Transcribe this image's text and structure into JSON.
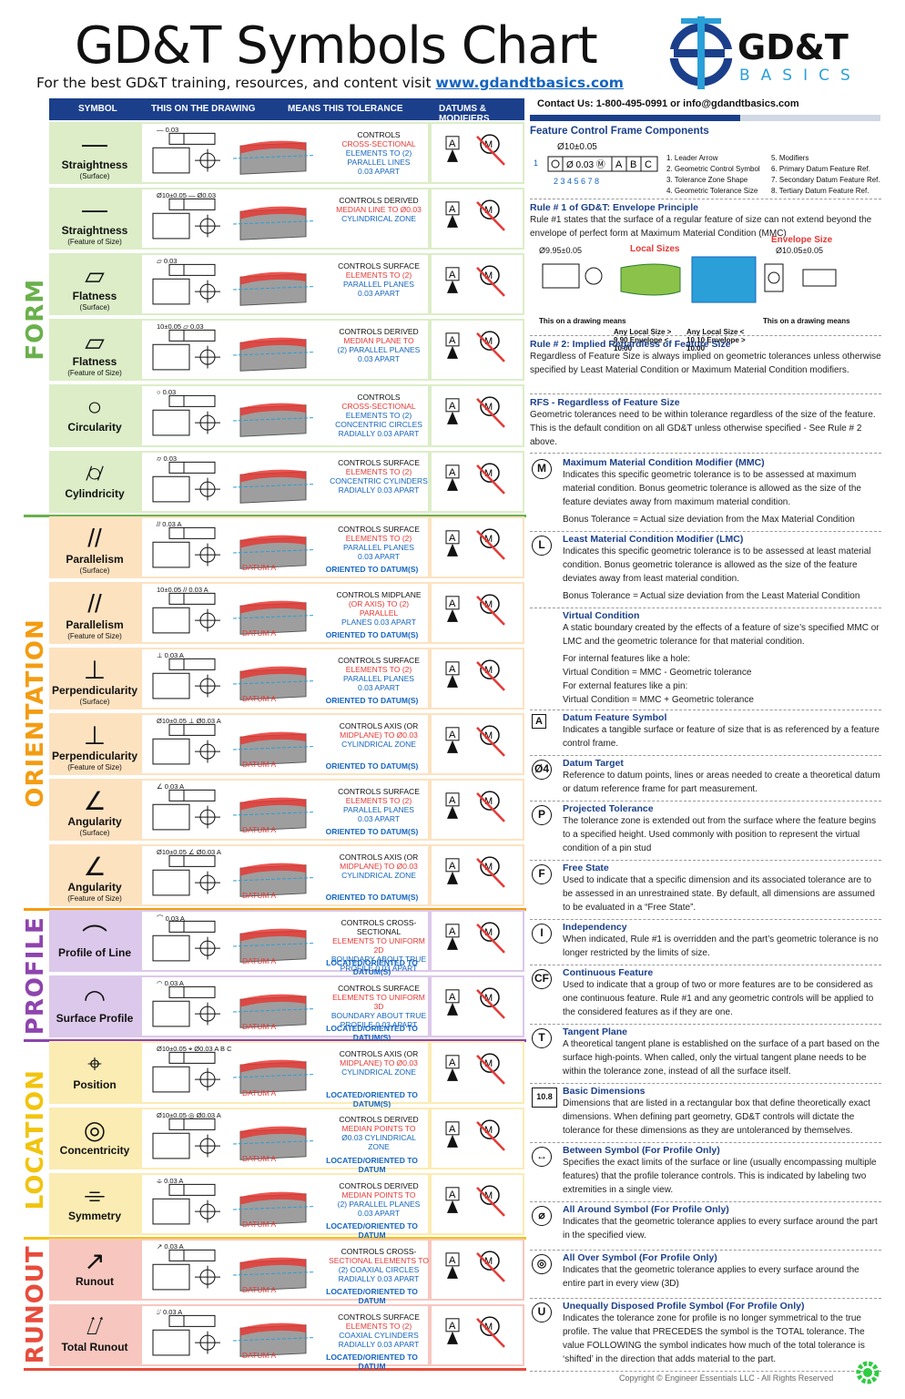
{
  "header": {
    "title": "GD&T Symbols Chart",
    "subtitle_prefix": "For the best GD&T training, resources, and content visit",
    "subtitle_link": "www.gdandtbasics.com",
    "logo_text": "GD&T",
    "logo_sub": "BASICS",
    "brand_color": "#1b3f8b",
    "accent_color": "#2a9fd8"
  },
  "table_header": {
    "symbol": "SYMBOL",
    "drawing": "THIS ON THE DRAWING",
    "means": "MEANS THIS TOLERANCE",
    "datums": "DATUMS & MODIFIERS"
  },
  "categories": [
    {
      "name": "FORM",
      "color": "#6ab04c",
      "bg": "#dcedc8"
    },
    {
      "name": "ORIENTATION",
      "color": "#f39c12",
      "bg": "#fde2c0"
    },
    {
      "name": "PROFILE",
      "color": "#8e44ad",
      "bg": "#dcc8ea"
    },
    {
      "name": "LOCATION",
      "color": "#f1c40f",
      "bg": "#fbecb3"
    },
    {
      "name": "RUNOUT",
      "color": "#e74c3c",
      "bg": "#f7c7bf"
    }
  ],
  "rows": [
    {
      "glyph": "—",
      "name": "Straightness",
      "sub": "(Surface)",
      "fcf": "— 0.03",
      "desc": [
        "CONTROLS",
        "CROSS-SECTIONAL",
        "ELEMENTS TO (2)",
        "PARALLEL LINES",
        "0.03 APART"
      ]
    },
    {
      "glyph": "—",
      "name": "Straightness",
      "sub": "(Feature of Size)",
      "fcf": "Ø10±0.05  — Ø0.03",
      "desc": [
        "CONTROLS DERIVED",
        "MEDIAN LINE TO Ø0.03",
        "CYLINDRICAL ZONE"
      ]
    },
    {
      "glyph": "▱",
      "name": "Flatness",
      "sub": "(Surface)",
      "fcf": "▱ 0.03",
      "desc": [
        "CONTROLS SURFACE",
        "ELEMENTS TO (2)",
        "PARALLEL PLANES",
        "0.03 APART"
      ]
    },
    {
      "glyph": "▱",
      "name": "Flatness",
      "sub": "(Feature of Size)",
      "fcf": "10±0.05  ▱ 0.03",
      "desc": [
        "CONTROLS DERIVED",
        "MEDIAN PLANE TO",
        "(2) PARALLEL PLANES",
        "0.03 APART"
      ]
    },
    {
      "glyph": "○",
      "name": "Circularity",
      "sub": "",
      "fcf": "○ 0.03",
      "desc": [
        "CONTROLS",
        "CROSS-SECTIONAL",
        "ELEMENTS TO (2)",
        "CONCENTRIC CIRCLES",
        "RADIALLY 0.03 APART"
      ]
    },
    {
      "glyph": "⌭",
      "name": "Cylindricity",
      "sub": "",
      "fcf": "⌭ 0.03",
      "desc": [
        "CONTROLS SURFACE",
        "ELEMENTS TO (2)",
        "CONCENTRIC CYLINDERS",
        "RADIALLY 0.03 APART"
      ]
    },
    {
      "glyph": "//",
      "name": "Parallelism",
      "sub": "(Surface)",
      "fcf": "// 0.03 A",
      "desc": [
        "CONTROLS SURFACE",
        "ELEMENTS TO (2)",
        "PARALLEL PLANES",
        "0.03 APART"
      ],
      "datum": "DATUM A",
      "oriented": "ORIENTED TO DATUM(S)"
    },
    {
      "glyph": "//",
      "name": "Parallelism",
      "sub": "(Feature of Size)",
      "fcf": "10±0.05  // 0.03 A",
      "desc": [
        "CONTROLS MIDPLANE",
        "(OR AXIS) TO (2) PARALLEL",
        "PLANES 0.03 APART"
      ],
      "datum": "DATUM A",
      "oriented": "ORIENTED TO DATUM(S)"
    },
    {
      "glyph": "⊥",
      "name": "Perpendicularity",
      "sub": "(Surface)",
      "fcf": "⊥ 0.03 A",
      "desc": [
        "CONTROLS SURFACE",
        "ELEMENTS TO (2)",
        "PARALLEL PLANES",
        "0.03 APART"
      ],
      "datum": "DATUM A",
      "oriented": "ORIENTED TO DATUM(S)"
    },
    {
      "glyph": "⊥",
      "name": "Perpendicularity",
      "sub": "(Feature of Size)",
      "fcf": "Ø10±0.05  ⊥ Ø0.03 A",
      "desc": [
        "CONTROLS AXIS (OR",
        "MIDPLANE) TO Ø0.03",
        "CYLINDRICAL ZONE"
      ],
      "datum": "DATUM A",
      "oriented": "ORIENTED TO DATUM(S)"
    },
    {
      "glyph": "∠",
      "name": "Angularity",
      "sub": "(Surface)",
      "fcf": "∠ 0.03 A",
      "desc": [
        "CONTROLS SURFACE",
        "ELEMENTS TO (2)",
        "PARALLEL PLANES",
        "0.03 APART"
      ],
      "datum": "DATUM A",
      "oriented": "ORIENTED TO DATUM(S)"
    },
    {
      "glyph": "∠",
      "name": "Angularity",
      "sub": "(Feature of Size)",
      "fcf": "Ø10±0.05  ∠ Ø0.03 A",
      "desc": [
        "CONTROLS AXIS (OR",
        "MIDPLANE) TO Ø0.03",
        "CYLINDRICAL ZONE"
      ],
      "datum": "DATUM A",
      "oriented": "ORIENTED TO DATUM(S)"
    },
    {
      "glyph": "⌒",
      "name": "Profile of Line",
      "sub": "",
      "fcf": "⌒ 0.03 A",
      "desc": [
        "CONTROLS CROSS-SECTIONAL",
        "ELEMENTS TO UNIFORM 2D",
        "BOUNDARY ABOUT TRUE",
        "PROFILE 0.03 APART"
      ],
      "datum": "DATUM A",
      "oriented": "LOCATED/ORIENTED TO DATUM(S)"
    },
    {
      "glyph": "◠",
      "name": "Surface Profile",
      "sub": "",
      "fcf": "◠ 0.03 A",
      "desc": [
        "CONTROLS SURFACE",
        "ELEMENTS TO UNIFORM 3D",
        "BOUNDARY ABOUT TRUE",
        "PROFILE 0.03 APART"
      ],
      "datum": "DATUM A",
      "oriented": "LOCATED/ORIENTED TO DATUM(S)"
    },
    {
      "glyph": "⌖",
      "name": "Position",
      "sub": "",
      "fcf": "Ø10±0.05  ⌖ Ø0.03 A B C",
      "desc": [
        "CONTROLS AXIS (OR",
        "MIDPLANE) TO Ø0.03",
        "CYLINDRICAL ZONE"
      ],
      "datum": "DATUM A",
      "oriented": "LOCATED/ORIENTED TO DATUM(S)"
    },
    {
      "glyph": "◎",
      "name": "Concentricity",
      "sub": "",
      "fcf": "Ø10±0.05  ◎ Ø0.03 A",
      "desc": [
        "CONTROLS DERIVED",
        "MEDIAN POINTS TO",
        "Ø0.03 CYLINDRICAL",
        "ZONE"
      ],
      "datum": "DATUM A",
      "oriented": "LOCATED/ORIENTED TO DATUM"
    },
    {
      "glyph": "⌯",
      "name": "Symmetry",
      "sub": "",
      "fcf": "⌯ 0.03 A",
      "desc": [
        "CONTROLS DERIVED",
        "MEDIAN POINTS TO",
        "(2) PARALLEL PLANES",
        "0.03 APART"
      ],
      "datum": "DATUM A",
      "oriented": "LOCATED/ORIENTED TO DATUM"
    },
    {
      "glyph": "↗",
      "name": "Runout",
      "sub": "",
      "fcf": "↗ 0.03 A",
      "desc": [
        "CONTROLS CROSS-",
        "SECTIONAL ELEMENTS TO",
        "(2) COAXIAL CIRCLES",
        "RADIALLY 0.03 APART"
      ],
      "datum": "DATUM A",
      "oriented": "LOCATED/ORIENTED TO DATUM"
    },
    {
      "glyph": "⌰",
      "name": "Total Runout",
      "sub": "",
      "fcf": "⌰ 0.03 A",
      "desc": [
        "CONTROLS SURFACE",
        "ELEMENTS TO (2)",
        "COAXIAL CYLINDERS",
        "RADIALLY 0.03 APART"
      ],
      "datum": "DATUM A",
      "oriented": "LOCATED/ORIENTED TO DATUM"
    }
  ],
  "right": {
    "contact": "Contact Us: 1-800-495-0991    or    info@gdandtbasics.com",
    "fcf_title": "Feature Control Frame Components",
    "fcf_example": "Ø10±0.05",
    "fcf_list_left": [
      "1. Leader Arrow",
      "2. Geometric Control Symbol",
      "3. Tolerance Zone Shape",
      "4. Geometric Tolerance Size"
    ],
    "fcf_list_right": [
      "5. Modifiers",
      "6. Primary Datum Feature Ref.",
      "7. Secondary Datum Feature Ref.",
      "8. Tertiary Datum Feature Ref."
    ],
    "rule1_title": "Rule # 1 of GD&T: Envelope Principle",
    "rule1_text": "Rule #1 states that the surface of a regular feature of size can not extend beyond the envelope of perfect form at Maximum Material Condition (MMC)",
    "rule1_local": "Local Sizes",
    "rule1_envelope": "Envelope Size",
    "rule1_cap1": "This on a drawing means",
    "rule1_cap2": "Any Local Size > 9.90  Envelope < 10.00",
    "rule1_cap3": "Any Local Size < 10.10  Envelope > 10.00",
    "rule1_cap4": "This on a drawing means",
    "rule1_dim1": "Ø9.95±0.05",
    "rule1_dim2": "Ø10.05±0.05",
    "rule2_title": "Rule # 2: Implied Regardless of Feature Size",
    "rule2_text": "Regardless of Feature Size is always implied on geometric tolerances unless otherwise specified by Least Material Condition or Maximum Material Condition modifiers.",
    "rfs_title": "RFS - Regardless of Feature Size",
    "rfs_text": "Geometric tolerances need to be within tolerance regardless of the size of the feature. This is the default condition on all GD&T unless otherwise specified - See Rule # 2 above.",
    "modifiers": [
      {
        "icon": "M",
        "title": "Maximum Material Condition Modifier (MMC)",
        "text": "Indicates this specific geometric tolerance is to be assessed at maximum material condition. Bonus geometric tolerance is allowed as the size of the feature deviates away from maximum material condition.",
        "extra": "Bonus Tolerance = Actual size deviation from the Max Material Condition"
      },
      {
        "icon": "L",
        "title": "Least Material Condition Modifier (LMC)",
        "text": "Indicates this specific geometric tolerance is to be assessed at least material condition. Bonus geometric tolerance is allowed as the size of the feature deviates away from least material condition.",
        "extra": "Bonus Tolerance = Actual size deviation from the Least Material Condition"
      },
      {
        "icon": "",
        "title": "Virtual Condition",
        "text": "A static boundary created by the effects of a feature of size’s specified MMC or LMC and the geometric tolerance for that material condition.",
        "extra": "For internal features like a hole:\nVirtual Condition = MMC - Geometric tolerance\nFor external features like a pin:\nVirtual Condition =  MMC + Geometric tolerance"
      },
      {
        "icon": "A",
        "title": "Datum Feature Symbol",
        "text": "Indicates a tangible surface or feature of size that is as referenced by a feature control frame.",
        "extra": ""
      },
      {
        "icon": "Ø4",
        "title": "Datum Target",
        "text": "Reference to datum points, lines or areas needed to create a theoretical datum or datum reference frame for part measurement.",
        "extra": ""
      },
      {
        "icon": "P",
        "title": "Projected Tolerance",
        "text": "The tolerance zone is extended out from the surface where the feature begins to a specified height. Used commonly with position to represent the virtual condition of a pin stud",
        "extra": ""
      },
      {
        "icon": "F",
        "title": "Free State",
        "text": "Used to indicate that a specific dimension and its associated tolerance are to be assessed in an unrestrained state. By default, all dimensions are assumed to be evaluated in a “Free State”.",
        "extra": ""
      },
      {
        "icon": "I",
        "title": "Independency",
        "text": "When indicated, Rule #1 is overridden and the part’s geometric tolerance is no longer restricted by the limits of size.",
        "extra": ""
      },
      {
        "icon": "CF",
        "title": "Continuous Feature",
        "text": "Used to indicate that a group of two or more features are to be considered as one continuous feature. Rule #1 and any geometric controls will be applied to the considered features as if they are one.",
        "extra": ""
      },
      {
        "icon": "T",
        "title": "Tangent Plane",
        "text": "A theoretical tangent plane is established on the surface of a part based on the surface high-points. When called, only the virtual tangent plane needs to be within the tolerance zone, instead of all the surface itself.",
        "extra": ""
      },
      {
        "icon": "10.8",
        "title": "Basic Dimensions",
        "text": "Dimensions that are listed in a rectangular box that define theoretically exact dimensions. When defining part geometry, GD&T controls will dictate the tolerance for these dimensions as they are untoleranced by themselves.",
        "extra": ""
      },
      {
        "icon": "↔",
        "title": "Between Symbol (For Profile Only)",
        "text": "Specifies the exact limits of the surface or line (usually encompassing multiple features) that the profile tolerance controls. This is indicated by labeling two extremities in a single view.",
        "extra": ""
      },
      {
        "icon": "⌀",
        "title": "All Around Symbol (For Profile Only)",
        "text": "Indicates that the geometric tolerance applies to every surface around the part in the specified view.",
        "extra": ""
      },
      {
        "icon": "◎",
        "title": "All Over Symbol (For Profile Only)",
        "text": "Indicates that the geometric tolerance applies to every surface around the entire part in every view (3D)",
        "extra": ""
      },
      {
        "icon": "U",
        "title": "Unequally Disposed Profile Symbol (For Profile Only)",
        "text": "Indicates the tolerance zone for profile is no longer symmetrical to the true profile. The value that PRECEDES the symbol is the TOTAL tolerance. The value FOLLOWING the symbol indicates how much of the total tolerance is ‘shifted’ in the direction that adds material to the part.",
        "extra": ""
      }
    ],
    "copyright": "Copyright © Engineer Essentials LLC - All Rights Reserved"
  }
}
